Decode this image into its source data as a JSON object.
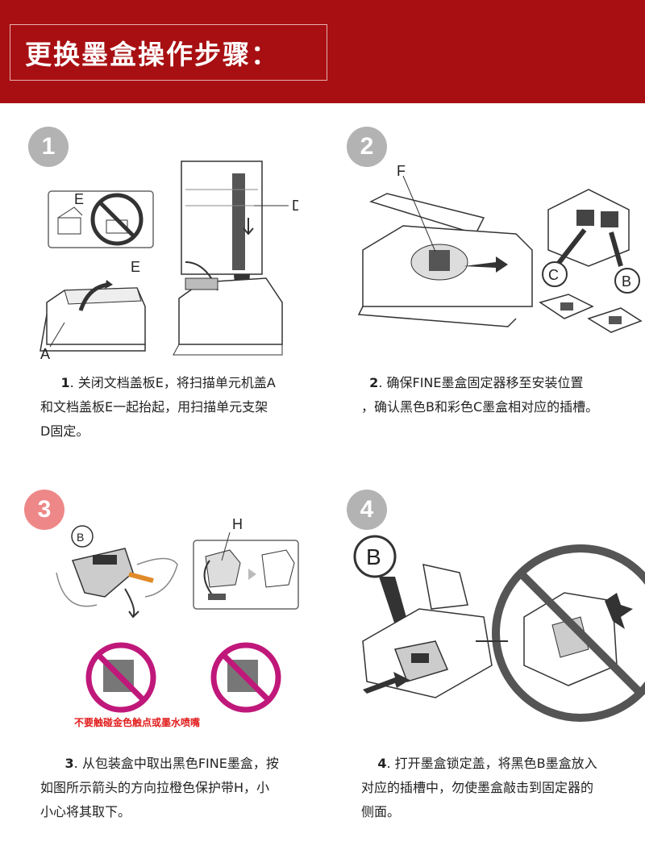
{
  "header": {
    "title": "更换墨盒操作步骤："
  },
  "steps": [
    {
      "number": "1",
      "caption_num": "1",
      "caption_lines": [
        ". 关闭文档盖板E，将扫描单元机盖A",
        "和文档盖板E一起抬起，用扫描单元支架",
        "D固定。"
      ],
      "labels": {
        "e1": "E",
        "e2": "E",
        "a": "A",
        "d": "D"
      }
    },
    {
      "number": "2",
      "caption_num": "2",
      "caption_lines": [
        ". 确保FINE墨盒固定器移至安装位置",
        "，确认黑色B和彩色C墨盒相对应的插槽。"
      ],
      "labels": {
        "f": "F",
        "c": "C",
        "b": "B"
      }
    },
    {
      "number": "3",
      "caption_num": "3",
      "caption_lines": [
        ". 从包装盒中取出黑色FINE墨盒，按",
        "如图所示箭头的方向拉橙色保护带H，小",
        "小心将其取下。"
      ],
      "labels": {
        "b": "B",
        "h": "H"
      },
      "warning": "不要触碰金色触点或墨水喷嘴"
    },
    {
      "number": "4",
      "caption_num": "4",
      "caption_lines": [
        ". 打开墨盒锁定盖，将黑色B墨盒放入",
        "对应的插槽中，勿使墨盒敲击到固定器的",
        "侧面。"
      ],
      "labels": {
        "b": "B"
      }
    }
  ],
  "colors": {
    "header_bg": "#a80f12",
    "badge_gray": "#b3b3b3",
    "badge_pink": "#ee8888",
    "warning_red": "#e21c1c",
    "prohibit_magenta": "#c0187a"
  }
}
